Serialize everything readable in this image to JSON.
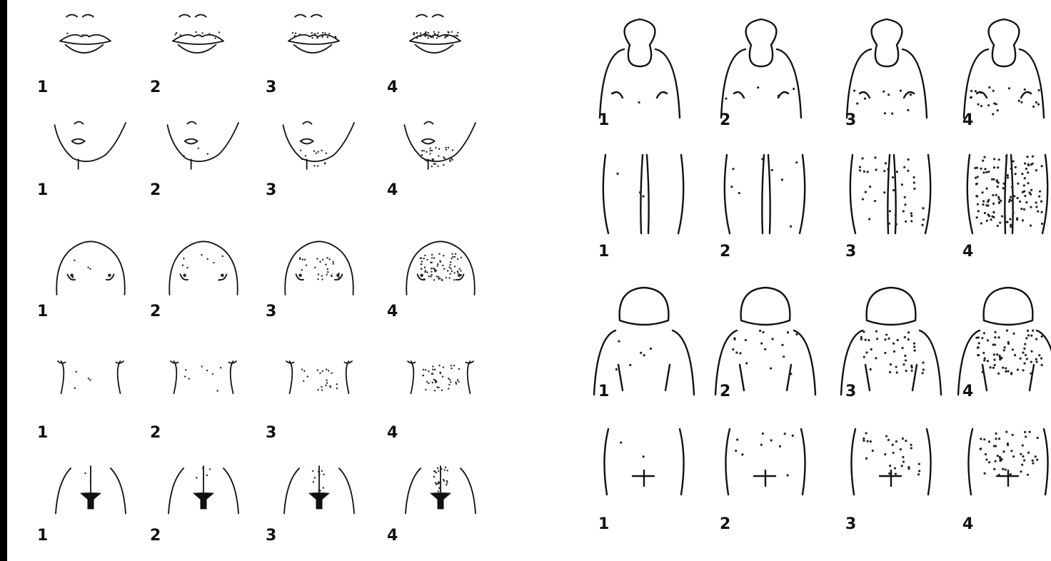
{
  "scale": {
    "labels": [
      "1",
      "2",
      "3",
      "4"
    ]
  },
  "left_panel": {
    "rows": [
      {
        "region": "upper-lip",
        "labels": [
          "1",
          "2",
          "3",
          "4"
        ]
      },
      {
        "region": "chin",
        "labels": [
          "1",
          "2",
          "3",
          "4"
        ]
      },
      {
        "region": "chest",
        "labels": [
          "1",
          "2",
          "3",
          "4"
        ]
      },
      {
        "region": "upper-abdomen",
        "labels": [
          "1",
          "2",
          "3",
          "4"
        ]
      },
      {
        "region": "lower-abdomen",
        "labels": [
          "1",
          "2",
          "3",
          "4"
        ]
      }
    ]
  },
  "right_panel": {
    "rows": [
      {
        "region": "upper-arm",
        "labels": [
          "1",
          "2",
          "3",
          "4"
        ]
      },
      {
        "region": "thigh",
        "labels": [
          "1",
          "2",
          "3",
          "4"
        ]
      },
      {
        "region": "upper-back",
        "labels": [
          "1",
          "2",
          "3",
          "4"
        ]
      },
      {
        "region": "lower-back",
        "labels": [
          "1",
          "2",
          "3",
          "4"
        ]
      }
    ]
  },
  "colors": {
    "ink": "#111111",
    "background": "#ffffff",
    "edge": "#000000"
  }
}
